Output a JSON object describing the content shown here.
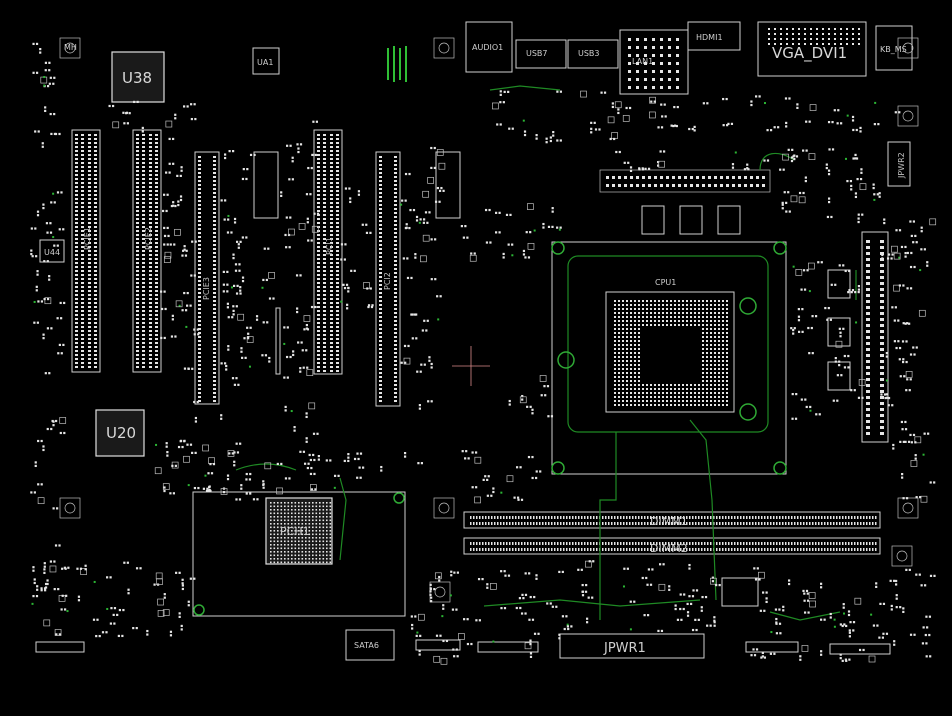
{
  "labels": {
    "u38": "U38",
    "u20": "U20",
    "u44": "U44",
    "ua1": "UA1",
    "pch1": "PCH1",
    "audio1": "AUDIO1",
    "usb7": "USB7",
    "usb3": "USB3",
    "hdmi1": "HDMI1",
    "vga_dvi1": "VGA_DVI1",
    "ps2": "KB_MS",
    "dimm1": "DIMM1",
    "dimm2": "DIMM2",
    "jpwr1": "JPWR1",
    "jpwr2": "JPWR2",
    "sata6": "SATA6",
    "lan1": "LAN1",
    "pcie1": "PCIE1",
    "pcie2": "PCIE2",
    "pcie3": "PCIE3",
    "pci1": "PCI1",
    "pci2": "PCI2",
    "cpu1": "CPU1",
    "mh": "MH"
  },
  "colors": {
    "background": "#000000",
    "silkscreen": "#d0d0d0",
    "trace": "#1f8a24",
    "trace_bright": "#2fbf35"
  }
}
